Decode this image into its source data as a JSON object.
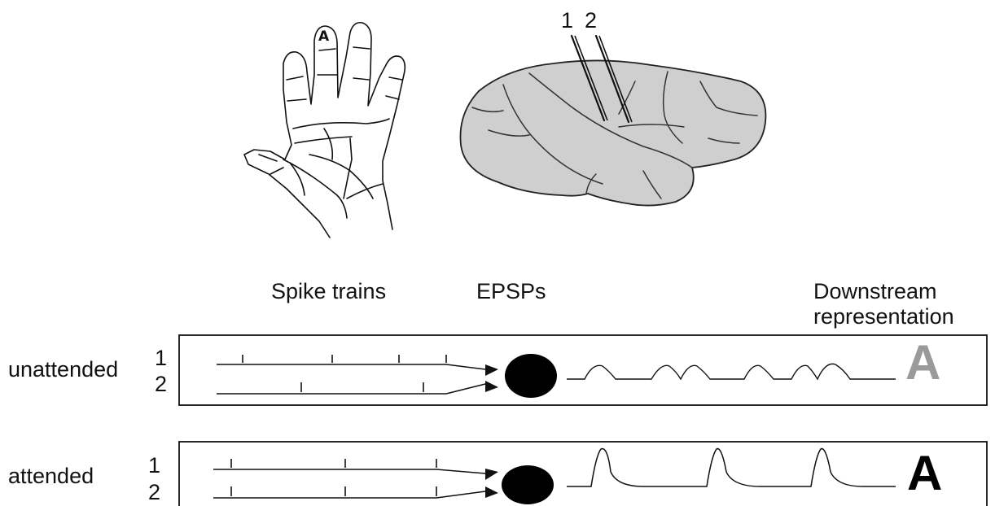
{
  "hand": {
    "finger_label": "A"
  },
  "brain": {
    "electrode_labels": [
      "1",
      "2"
    ]
  },
  "headers": {
    "spike_trains": "Spike trains",
    "epsps": "EPSPs",
    "downstream_line1": "Downstream",
    "downstream_line2": "representation"
  },
  "conditions": [
    {
      "label": "unattended",
      "channel_labels": [
        "1",
        "2"
      ],
      "output_letter": "A",
      "output_color": "#9a9a9a"
    },
    {
      "label": "attended",
      "channel_labels": [
        "1",
        "2"
      ],
      "output_letter": "A",
      "output_color": "#000000"
    }
  ]
}
